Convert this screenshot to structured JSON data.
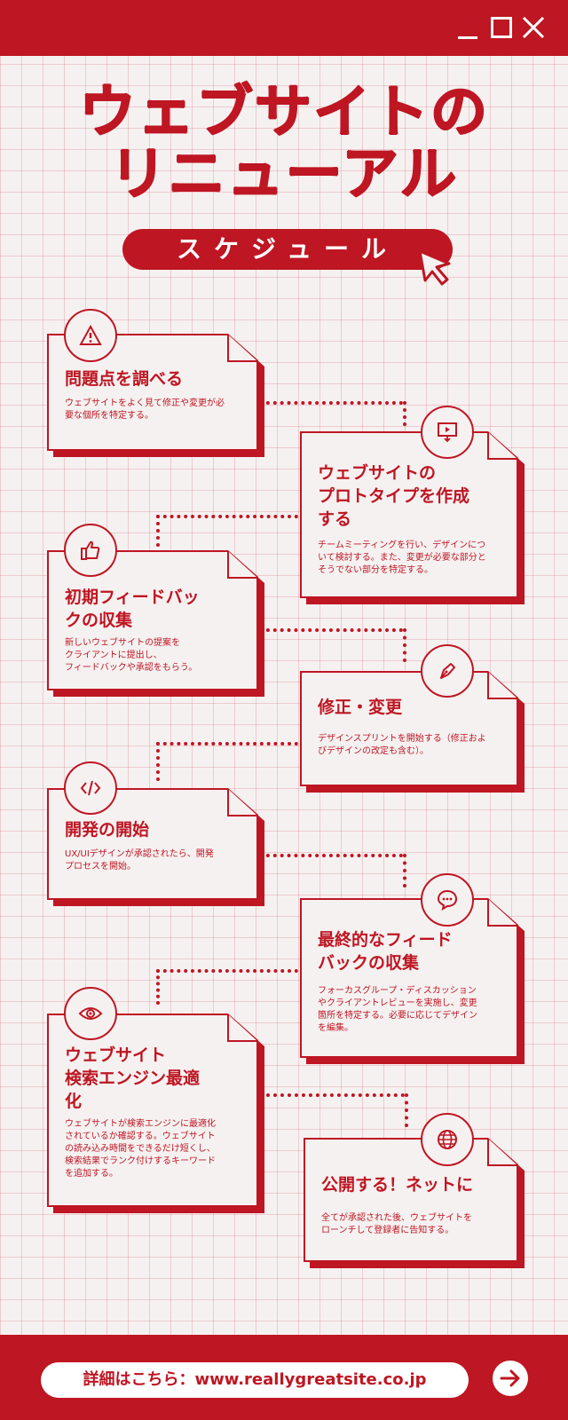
{
  "header": {
    "title_line1": "ウェブサイトの",
    "title_line2": "リニューアル",
    "subtitle": "スケジュール"
  },
  "window_controls": [
    "minimize-icon",
    "maximize-icon",
    "close-icon"
  ],
  "steps": [
    {
      "title": "問題点を調べる",
      "description": "ウェブサイトをよく見て修正や変更が必\n要な個所を特定する。",
      "icon": "warning-icon"
    },
    {
      "title": "ウェブサイトの\nプロトタイプを作成\nする",
      "description": "チームミーティングを行い、デザインにつ\nいて検討する。また、変更が必要な部分と\nそうでない部分を特定する。",
      "icon": "presentation-icon"
    },
    {
      "title": "初期フィードバッ\nクの収集",
      "description": "新しいウェブサイトの提案を\nクライアントに提出し、\nフィードバックや承認をもらう。",
      "icon": "thumbs-up-icon"
    },
    {
      "title": "修正・変更",
      "description": "デザインスプリントを開始する（修正およ\nびデザインの改定も含む）。",
      "icon": "pen-icon"
    },
    {
      "title": "開発の開始",
      "description": "UX/UIデザインが承認されたら、開発\nプロセスを開始。",
      "icon": "code-icon"
    },
    {
      "title": "最終的なフィード\nバックの収集",
      "description": "フォーカスグループ・ディスカッション\nやクライアントレビューを実施し、変更\n箇所を特定する。必要に応じてデザイン\nを編集。",
      "icon": "chat-icon"
    },
    {
      "title": "ウェブサイト\n検索エンジン最適\n化",
      "description": "ウェブサイトが検索エンジンに最適化\nされているか確認する。ウェブサイト\nの読み込み時間をできるだけ短くし、\n検索結果でランク付けするキーワード\nを追加する。",
      "icon": "eye-icon"
    },
    {
      "title": "公開する！ネットに",
      "description": "全てが承認された後、ウェブサイトを\nローンチして登録者に告知する。",
      "icon": "globe-icon"
    }
  ],
  "footer": {
    "link_text": "詳細はこちら：www.reallygreatsite.co.jp"
  },
  "colors": {
    "accent": "#be1622",
    "background": "#f6f1f1"
  }
}
